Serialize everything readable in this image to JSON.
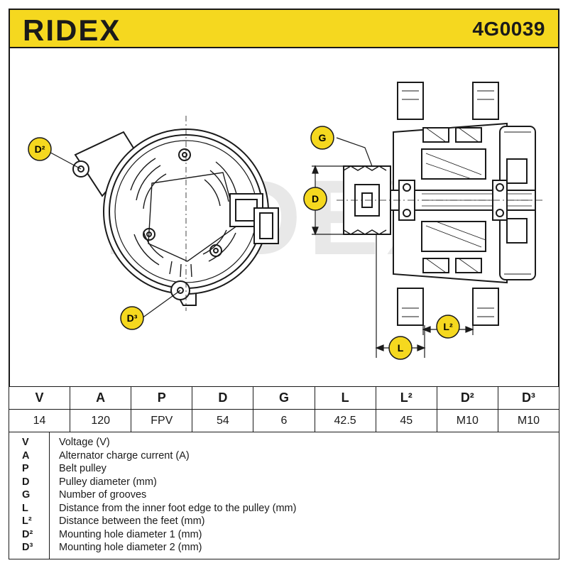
{
  "header": {
    "brand": "RIDEX",
    "part_number": "4G0039",
    "brand_color": "#1a1a1a",
    "bar_color": "#f5d81f"
  },
  "drawing": {
    "watermark": "RIDEX",
    "labels": {
      "d2": "D²",
      "d3": "D³",
      "g": "G",
      "d": "D",
      "l": "L",
      "l2": "L²"
    }
  },
  "spec_table": {
    "headers": [
      "V",
      "A",
      "P",
      "D",
      "G",
      "L",
      "L²",
      "D²",
      "D³"
    ],
    "values": [
      "14",
      "120",
      "FPV",
      "54",
      "6",
      "42.5",
      "45",
      "M10",
      "M10"
    ]
  },
  "legend": [
    {
      "symbol": "V",
      "description": "Voltage (V)"
    },
    {
      "symbol": "A",
      "description": "Alternator charge current (A)"
    },
    {
      "symbol": "P",
      "description": "Belt pulley"
    },
    {
      "symbol": "D",
      "description": "Pulley diameter (mm)"
    },
    {
      "symbol": "G",
      "description": "Number of grooves"
    },
    {
      "symbol": "L",
      "description": "Distance from the inner foot edge to the pulley (mm)"
    },
    {
      "symbol": "L²",
      "description": "Distance between the feet (mm)"
    },
    {
      "symbol": "D²",
      "description": "Mounting hole diameter 1 (mm)"
    },
    {
      "symbol": "D³",
      "description": "Mounting hole diameter 2 (mm)"
    }
  ]
}
